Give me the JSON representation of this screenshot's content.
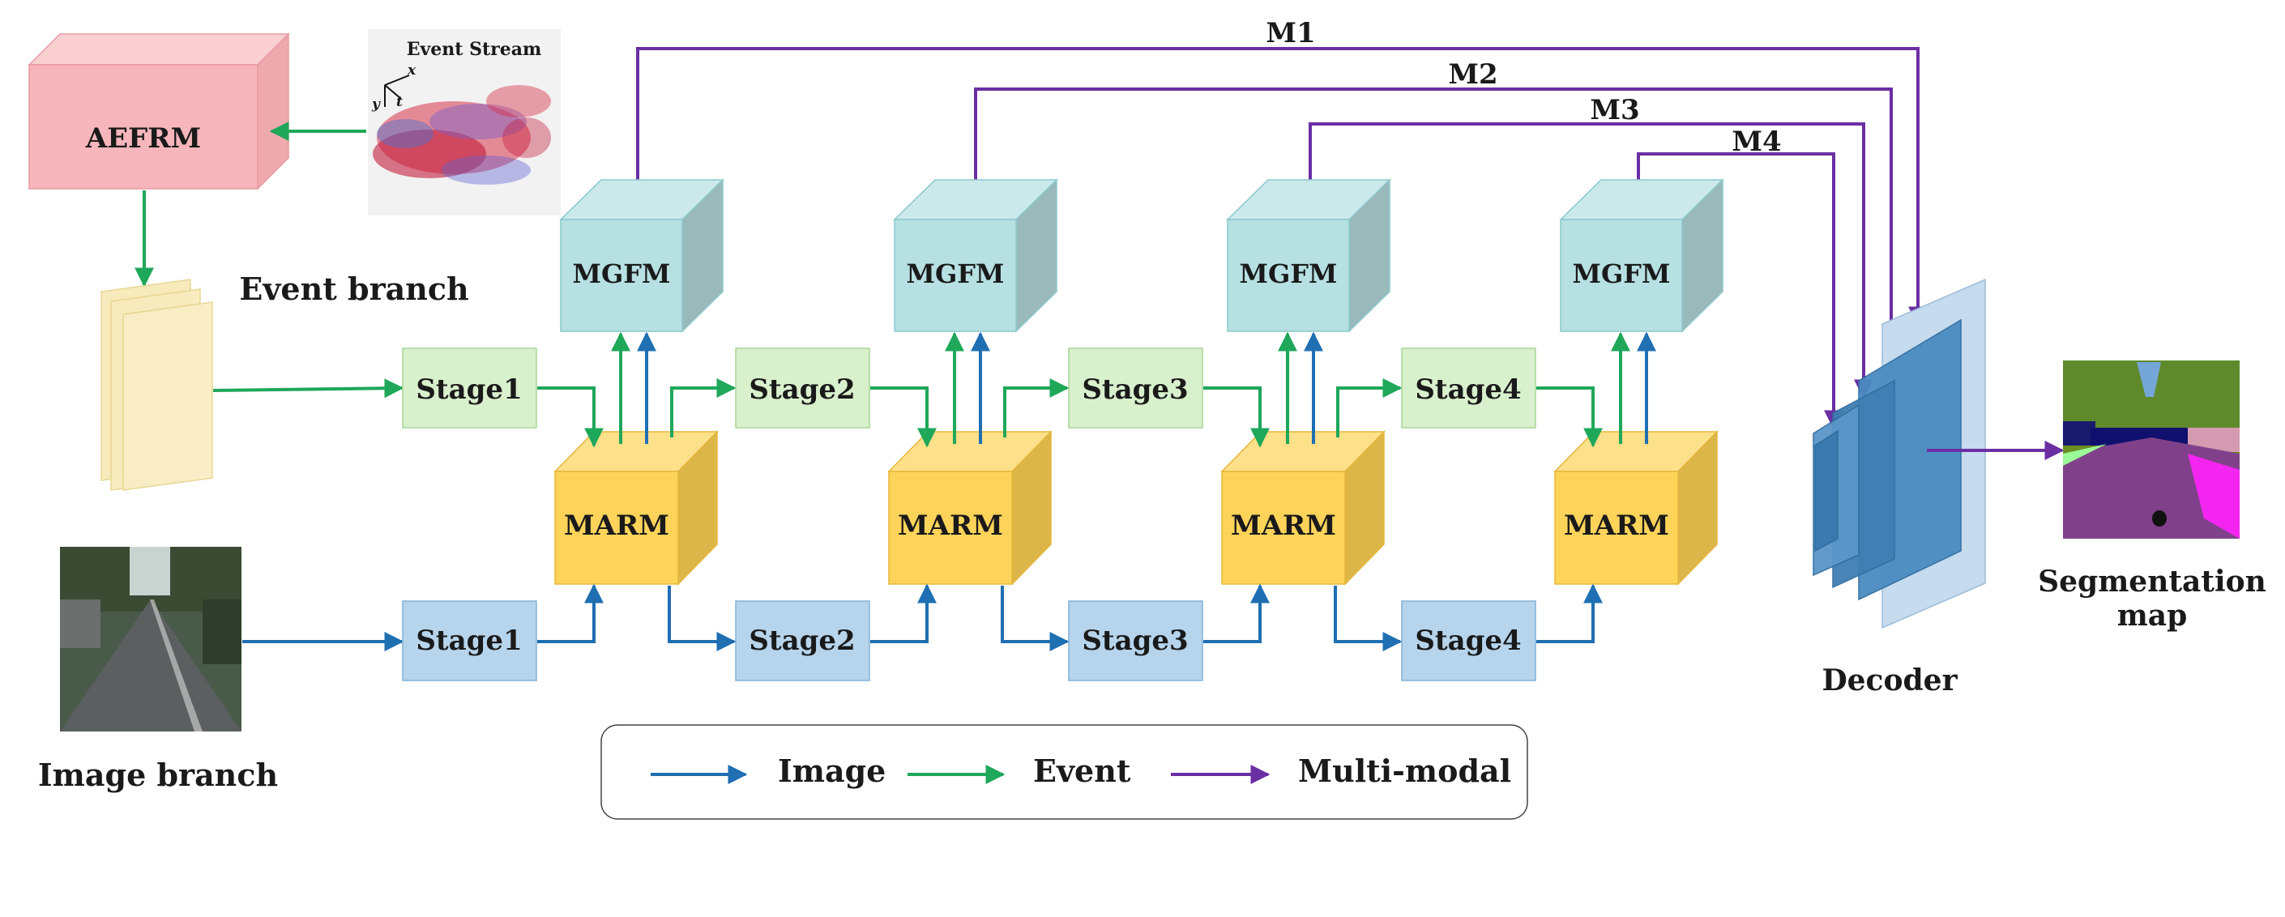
{
  "event_stream": {
    "title": "Event Stream",
    "axis_x": "x",
    "axis_y": "y",
    "axis_t": "t"
  },
  "aefrm_label": "AEFRM",
  "event_branch_label": "Event branch",
  "image_branch_label": "Image branch",
  "event_stages": [
    "Stage1",
    "Stage2",
    "Stage3",
    "Stage4"
  ],
  "image_stages": [
    "Stage1",
    "Stage2",
    "Stage3",
    "Stage4"
  ],
  "mgfm_label": "MGFM",
  "marm_label": "MARM",
  "multimodal_links": [
    "M1",
    "M2",
    "M3",
    "M4"
  ],
  "decoder_label": "Decoder",
  "segmentation_label_line1": "Segmentation",
  "segmentation_label_line2": "map",
  "legend": {
    "image": "Image",
    "event": "Event",
    "multimodal": "Multi-modal"
  },
  "colors": {
    "image_arrow": "#1f6fb2",
    "event_arrow": "#1fa75a",
    "multimodal_arrow": "#6b2fa3",
    "event_stage_fill": "#d9f0cd",
    "image_stage_fill": "#b6d4ec",
    "mgfm_fill": "#b7e0e3",
    "marm_fill": "#fdd35a",
    "aefrm_fill": "#f7b6bb",
    "decoder_fill": "#3f7fb3"
  }
}
